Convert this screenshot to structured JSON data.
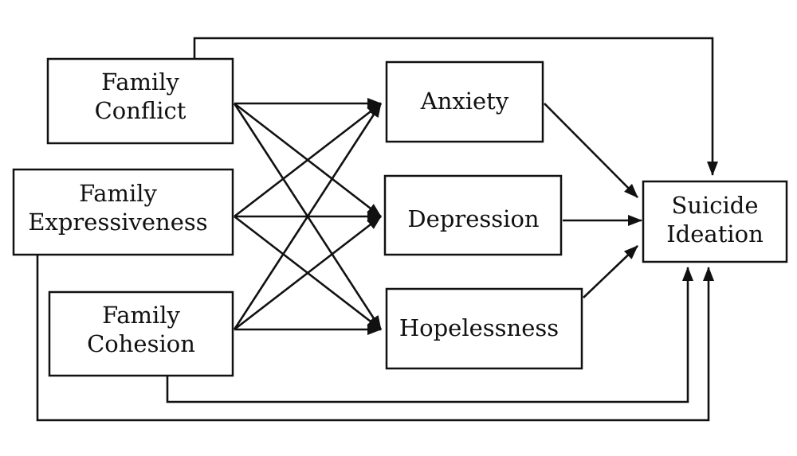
{
  "nodes": {
    "family_conflict": {
      "lines": [
        "Family",
        "Conflict"
      ]
    },
    "family_expressiveness": {
      "lines": [
        "Family",
        "Expressiveness"
      ]
    },
    "family_cohesion": {
      "lines": [
        "Family",
        "Cohesion"
      ]
    },
    "anxiety": {
      "lines": [
        "Anxiety"
      ]
    },
    "depression": {
      "lines": [
        "Depression"
      ]
    },
    "hopelessness": {
      "lines": [
        "Hopelessness"
      ]
    },
    "suicide_ideation": {
      "lines": [
        "Suicide",
        "Ideation"
      ]
    }
  },
  "edges": [
    {
      "from": "family_conflict",
      "to": "anxiety"
    },
    {
      "from": "family_conflict",
      "to": "depression"
    },
    {
      "from": "family_conflict",
      "to": "hopelessness"
    },
    {
      "from": "family_expressiveness",
      "to": "anxiety"
    },
    {
      "from": "family_expressiveness",
      "to": "depression"
    },
    {
      "from": "family_expressiveness",
      "to": "hopelessness"
    },
    {
      "from": "family_cohesion",
      "to": "anxiety"
    },
    {
      "from": "family_cohesion",
      "to": "depression"
    },
    {
      "from": "family_cohesion",
      "to": "hopelessness"
    },
    {
      "from": "anxiety",
      "to": "suicide_ideation"
    },
    {
      "from": "depression",
      "to": "suicide_ideation"
    },
    {
      "from": "hopelessness",
      "to": "suicide_ideation"
    },
    {
      "from": "family_conflict",
      "to": "suicide_ideation"
    },
    {
      "from": "family_cohesion",
      "to": "suicide_ideation"
    },
    {
      "from": "family_expressiveness",
      "to": "suicide_ideation"
    }
  ]
}
